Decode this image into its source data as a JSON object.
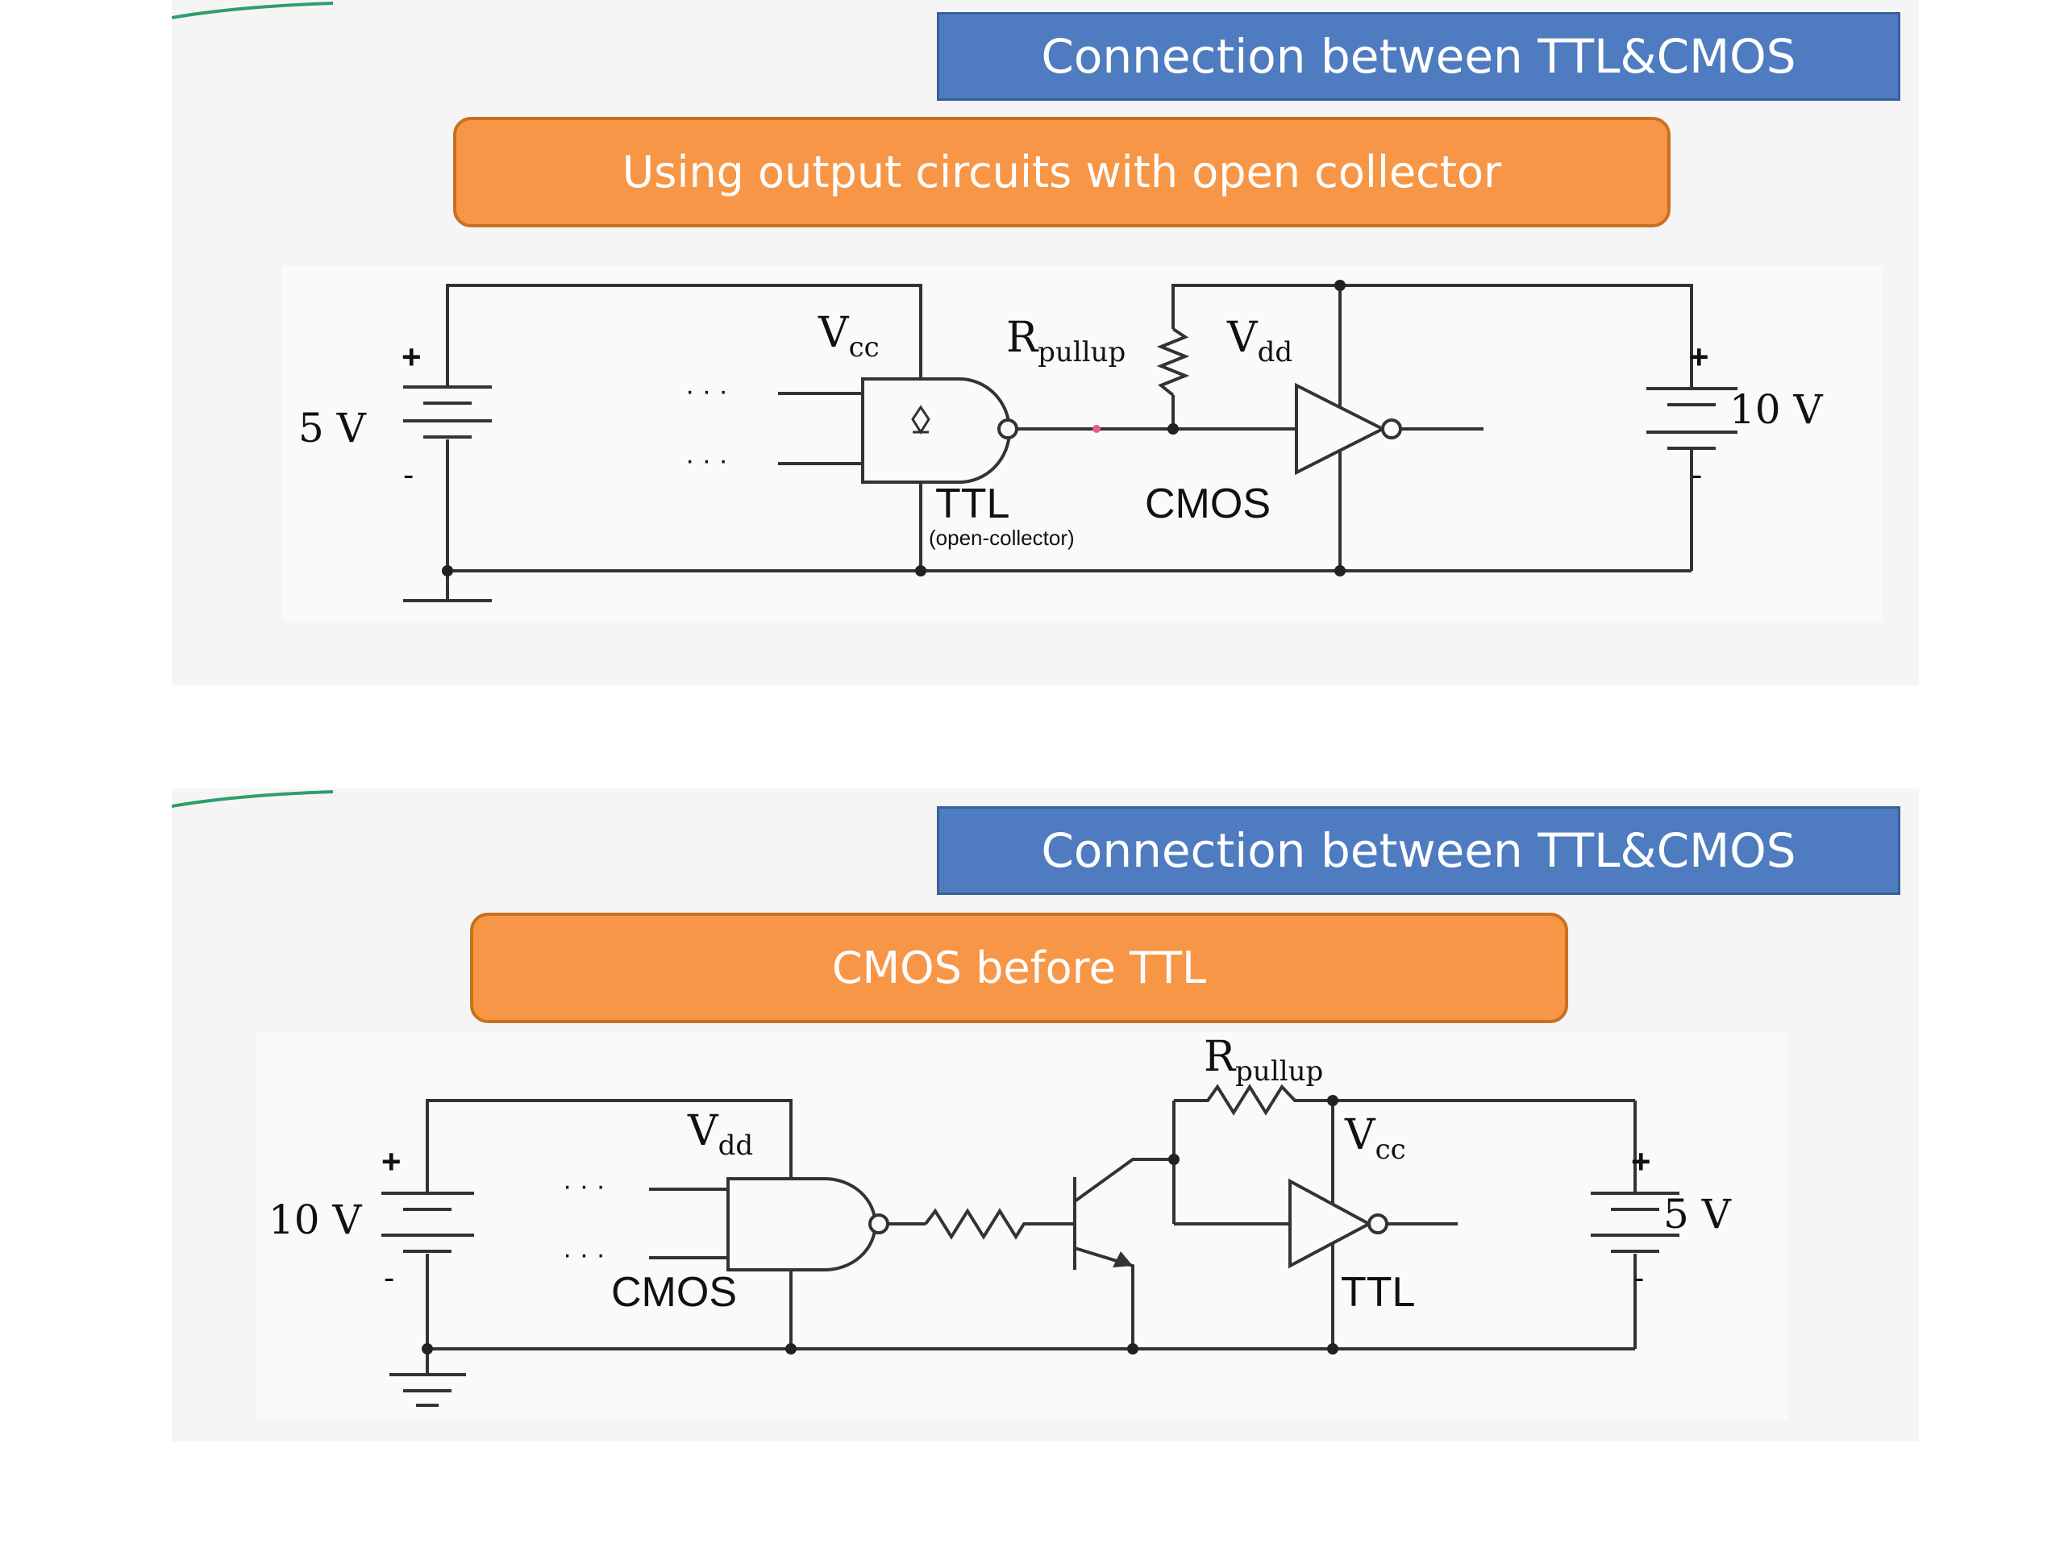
{
  "slide1": {
    "title": "Connection between TTL&CMOS",
    "subtitle": "Using output circuits with open collector",
    "diagram": {
      "left_supply": "5 V",
      "right_supply": "10 V",
      "plus": "+",
      "minus": "-",
      "vcc": "V",
      "vcc_sub": "cc",
      "vdd": "V",
      "vdd_sub": "dd",
      "r": "R",
      "r_sub": "pullup",
      "ttl_label": "TTL",
      "ttl_note": "(open-collector)",
      "cmos_label": "CMOS",
      "dots": "· · ·"
    }
  },
  "slide2": {
    "title": "Connection between TTL&CMOS",
    "subtitle": "CMOS before TTL",
    "diagram": {
      "left_supply": "10 V",
      "right_supply": "5 V",
      "plus": "+",
      "minus": "-",
      "vdd": "V",
      "vdd_sub": "dd",
      "vcc": "V",
      "vcc_sub": "cc",
      "r": "R",
      "r_sub": "pullup",
      "cmos_label": "CMOS",
      "ttl_label": "TTL",
      "dots": "· · ·"
    }
  },
  "colors": {
    "title_bg": "#4f7cc0",
    "subtitle_bg": "#f79646",
    "wire": "#333333"
  }
}
